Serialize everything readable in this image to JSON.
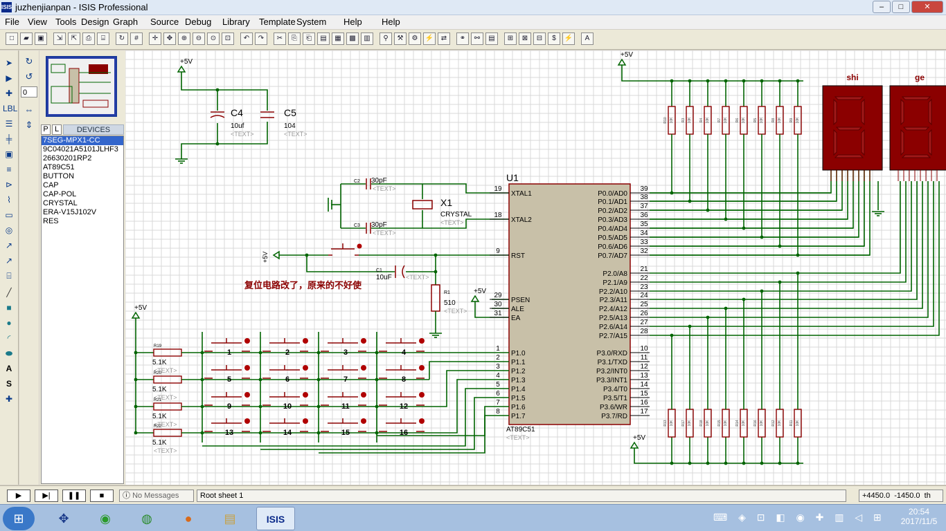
{
  "window": {
    "title": "juzhenjianpan - ISIS Professional",
    "min": "–",
    "max": "□",
    "close": "✕"
  },
  "menu": [
    "File",
    "View",
    "Tools",
    "Design",
    "Graph",
    "Source",
    "Debug",
    "Library",
    "Template",
    "System",
    "Help"
  ],
  "toolbar_icons": [
    "new-icon",
    "open-icon",
    "save-icon",
    "import-icon",
    "export-icon",
    "print-icon",
    "print-area-icon",
    "refresh-icon",
    "grid-icon",
    "origin-icon",
    "pan-icon",
    "zoom-in-icon",
    "zoom-out-icon",
    "zoom-all-icon",
    "zoom-area-icon",
    "undo-icon",
    "redo-icon",
    "cut-icon",
    "copy-icon",
    "paste-icon",
    "block-copy-icon",
    "block-move-icon",
    "block-rotate-icon",
    "block-delete-icon",
    "pick-device-icon",
    "make-device-icon",
    "packaging-icon",
    "decompose-icon",
    "wire-autorouter-icon",
    "search-icon",
    "property-tool-icon",
    "design-explorer-icon",
    "new-sheet-icon",
    "remove-sheet-icon",
    "zoom-to-child-icon",
    "bill-of-materials-icon",
    "electrical-rules-icon",
    "netlist-to-ares-icon"
  ],
  "rotation_field": "0",
  "device_panel": {
    "tab_p": "P",
    "tab_l": "L",
    "header": "DEVICES",
    "items": [
      "7SEG-MPX1-CC",
      "9C04021A5101JLHF3",
      "26630201RP2",
      "AT89C51",
      "BUTTON",
      "CAP",
      "CAP-POL",
      "CRYSTAL",
      "ERA-V15J102V",
      "RES"
    ],
    "selected_index": 0
  },
  "status": {
    "messages": "No Messages",
    "sheet": "Root sheet 1",
    "coord_x": "+4450.0",
    "coord_y": "-1450.0",
    "unit": "th"
  },
  "clock": {
    "time": "20:54",
    "date": "2017/11/5"
  },
  "schematic": {
    "power_labels": {
      "p1": "+5V",
      "p2": "+5V",
      "p3": "+5V",
      "p4": "+5V",
      "p5": "+5V",
      "p6": "+5V"
    },
    "c4": {
      "name": "C4",
      "value": "10uf",
      "text": "<TEXT>"
    },
    "c5": {
      "name": "C5",
      "value": "104",
      "text": "<TEXT>"
    },
    "c2": {
      "name": "C2",
      "value": "30pF",
      "text": "<TEXT>"
    },
    "c3": {
      "name": "C3",
      "value": "30pF",
      "text": "<TEXT>"
    },
    "c1": {
      "name": "C1",
      "value": "10uF",
      "text": "<TEXT>"
    },
    "x1": {
      "name": "X1",
      "value": "CRYSTAL",
      "text": "<TEXT>"
    },
    "r1": {
      "name": "R1",
      "value": "510",
      "text": "<TEXT>"
    },
    "u1": {
      "name": "U1",
      "part": "AT89C51",
      "text": "<TEXT>"
    },
    "annotation": "复位电路改了，原来的不好使",
    "display_labels": {
      "shi": "shi",
      "ge": "ge"
    },
    "pins_left": [
      {
        "num": "19",
        "name": "XTAL1"
      },
      {
        "num": "18",
        "name": "XTAL2"
      },
      {
        "num": "9",
        "name": "RST"
      },
      {
        "num": "29",
        "name": "PSEN"
      },
      {
        "num": "30",
        "name": "ALE"
      },
      {
        "num": "31",
        "name": "EA"
      },
      {
        "num": "1",
        "name": "P1.0"
      },
      {
        "num": "2",
        "name": "P1.1"
      },
      {
        "num": "3",
        "name": "P1.2"
      },
      {
        "num": "4",
        "name": "P1.3"
      },
      {
        "num": "5",
        "name": "P1.4"
      },
      {
        "num": "6",
        "name": "P1.5"
      },
      {
        "num": "7",
        "name": "P1.6"
      },
      {
        "num": "8",
        "name": "P1.7"
      }
    ],
    "pins_right": [
      {
        "num": "39",
        "name": "P0.0/AD0"
      },
      {
        "num": "38",
        "name": "P0.1/AD1"
      },
      {
        "num": "37",
        "name": "P0.2/AD2"
      },
      {
        "num": "36",
        "name": "P0.3/AD3"
      },
      {
        "num": "35",
        "name": "P0.4/AD4"
      },
      {
        "num": "34",
        "name": "P0.5/AD5"
      },
      {
        "num": "33",
        "name": "P0.6/AD6"
      },
      {
        "num": "32",
        "name": "P0.7/AD7"
      },
      {
        "num": "21",
        "name": "P2.0/A8"
      },
      {
        "num": "22",
        "name": "P2.1/A9"
      },
      {
        "num": "23",
        "name": "P2.2/A10"
      },
      {
        "num": "24",
        "name": "P2.3/A11"
      },
      {
        "num": "25",
        "name": "P2.4/A12"
      },
      {
        "num": "26",
        "name": "P2.5/A13"
      },
      {
        "num": "27",
        "name": "P2.6/A14"
      },
      {
        "num": "28",
        "name": "P2.7/A15"
      },
      {
        "num": "10",
        "name": "P3.0/RXD"
      },
      {
        "num": "11",
        "name": "P3.1/TXD"
      },
      {
        "num": "12",
        "name": "P3.2/INT0"
      },
      {
        "num": "13",
        "name": "P3.3/INT1"
      },
      {
        "num": "14",
        "name": "P3.4/T0"
      },
      {
        "num": "15",
        "name": "P3.5/T1"
      },
      {
        "num": "16",
        "name": "P3.6/WR"
      },
      {
        "num": "17",
        "name": "P3.7/RD"
      }
    ],
    "row_resistors": [
      {
        "name": "R19",
        "value": "5.1K",
        "text": "<TEXT>"
      },
      {
        "name": "R20",
        "value": "5.1K",
        "text": "<TEXT>"
      },
      {
        "name": "R21",
        "value": "5.1K",
        "text": "<TEXT>"
      },
      {
        "name": "R22",
        "value": "5.1K",
        "text": "<TEXT>"
      }
    ],
    "keys": [
      "1",
      "2",
      "3",
      "4",
      "5",
      "6",
      "7",
      "8",
      "9",
      "10",
      "11",
      "12",
      "13",
      "14",
      "15",
      "16"
    ],
    "top_resistors": [
      "R10",
      "R3",
      "R4",
      "R7",
      "R6",
      "R5",
      "R8",
      "R9"
    ],
    "bottom_resistors": [
      "R13",
      "R17",
      "R18",
      "R15",
      "R14",
      "R16",
      "R12",
      "R11"
    ],
    "resistor_value": "10K"
  },
  "colors": {
    "wire": "#006400",
    "part_fill": "#c8c0a8",
    "part_edge": "#8b0000",
    "grid": "#d8d8d8",
    "display": "#8b0000",
    "pin_text": "#000080"
  }
}
